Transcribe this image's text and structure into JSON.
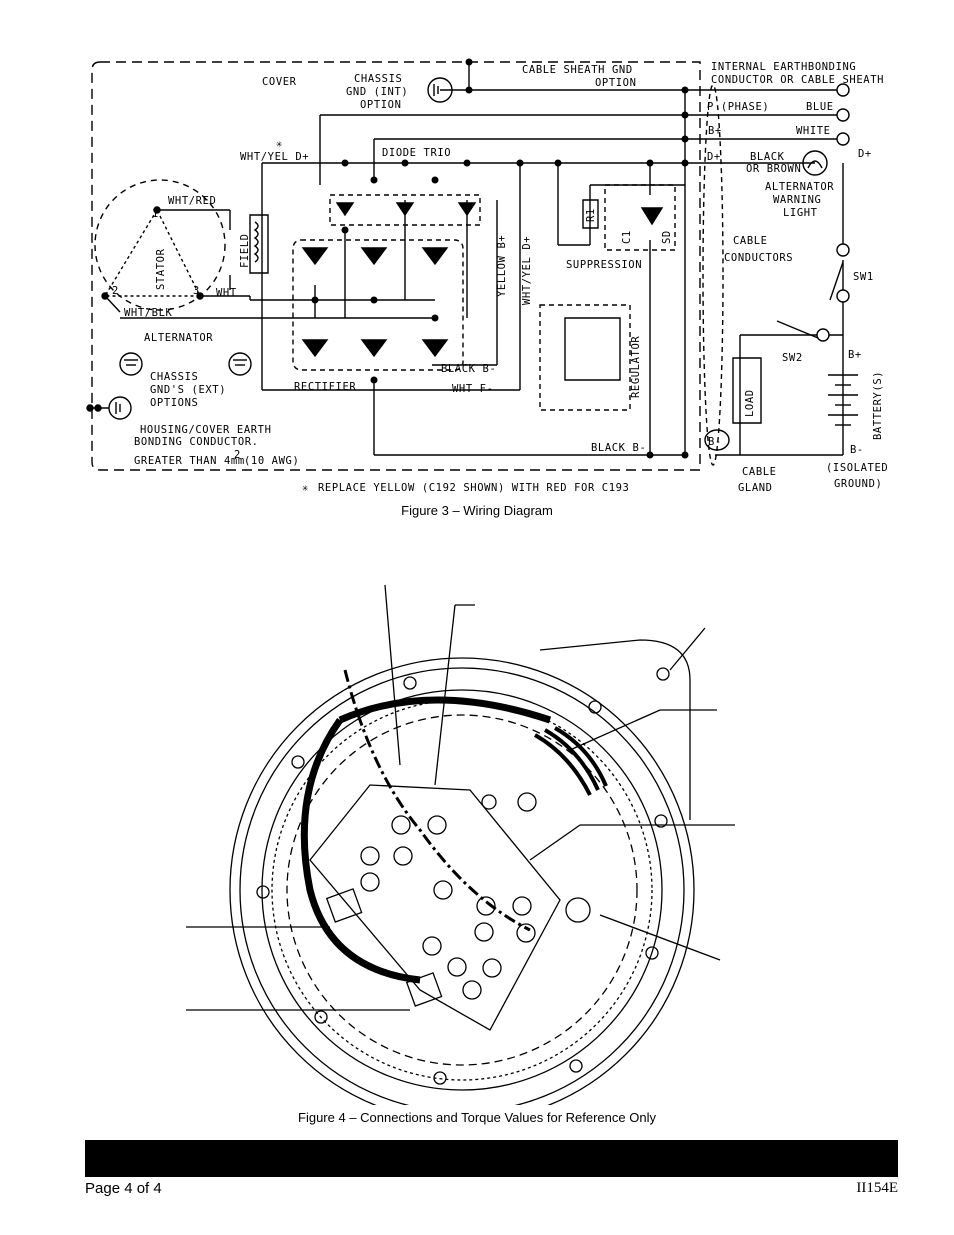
{
  "labels": {
    "cover": "COVER",
    "chassis_int_1": "CHASSIS",
    "chassis_int_2": "GND (INT)",
    "chassis_int_3": "OPTION",
    "cable_sheath_1": "CABLE SHEATH GND",
    "cable_sheath_2": "OPTION",
    "internal_earth_1": "INTERNAL EARTHBONDING",
    "internal_earth_2": "CONDUCTOR OR CABLE SHEATH",
    "phase": "P (PHASE)",
    "blue": "BLUE",
    "b_plus_terminal": "B+",
    "white": "WHITE",
    "wht_yel_d": "WHT/YEL D+",
    "diode_trio": "DIODE TRIO",
    "d_plus_terminal": "D+",
    "black_or_brown_1": "BLACK",
    "black_or_brown_2": "OR BROWN",
    "d_plus_lamp": "D+",
    "warning_1": "ALTERNATOR",
    "warning_2": "WARNING",
    "warning_3": "LIGHT",
    "wht_red": "WHT/RED",
    "field": "FIELD",
    "stator": "STATOR",
    "node_1": "1",
    "node_2": "2",
    "node_3": "3",
    "wht": "WHT",
    "wht_blk": "WHT/BLK",
    "alternator": "ALTERNATOR",
    "chassis_ext_1": "CHASSIS",
    "chassis_ext_2": "GND'S (EXT)",
    "chassis_ext_3": "OPTIONS",
    "housing_1": "HOUSING/COVER EARTH",
    "housing_2": "BONDING CONDUCTOR.",
    "housing_3": "GREATER THAN 4mm",
    "housing_sup": "2",
    "housing_4": "(10 AWG)",
    "yellow_b": "YELLOW B+",
    "wht_yel_d_vert": "WHT/YEL D+",
    "r1": "R1",
    "c1": "C1",
    "sd": "SD",
    "suppression": "SUPPRESSION",
    "cable_conductors_1": "CABLE",
    "cable_conductors_2": "CONDUCTORS",
    "sw1": "SW1",
    "sw2": "SW2",
    "b_plus_batt": "B+",
    "load": "LOAD",
    "battery": "BATTERY(S)",
    "regulator": "REGULATOR",
    "rectifier": "RECTIFIER",
    "black_b_rect": "BLACK B-",
    "wht_f": "WHT F-",
    "black_b_bottom": "BLACK B-",
    "b_minus_terminal": "B-",
    "b_minus_batt": "B-",
    "isolated_1": "(ISOLATED",
    "isolated_2": "GROUND)",
    "cable_gland_1": "CABLE",
    "cable_gland_2": "GLAND",
    "footnote": "REPLACE YELLOW (C192 SHOWN) WITH RED FOR C193"
  },
  "figure3_caption": "Figure 3 – Wiring Diagram",
  "figure4_caption": "Figure 4 – Connections and Torque Values for Reference Only",
  "footer": {
    "page": "Page 4 of 4",
    "code": "II154E"
  }
}
